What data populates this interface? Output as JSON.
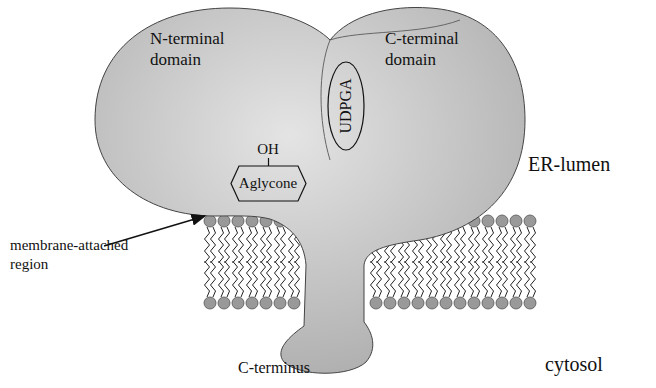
{
  "diagram": {
    "nodes": [
      {
        "text": [
          "UDPGA"
        ]
      },
      {
        "text": [
          "OH",
          "Aglycone"
        ]
      }
    ],
    "labels": [
      "N-terminal domain",
      "C-terminal domain",
      "ER-lumen",
      "membrane-attached region",
      "C-terminus",
      "cytosol"
    ]
  }
}
